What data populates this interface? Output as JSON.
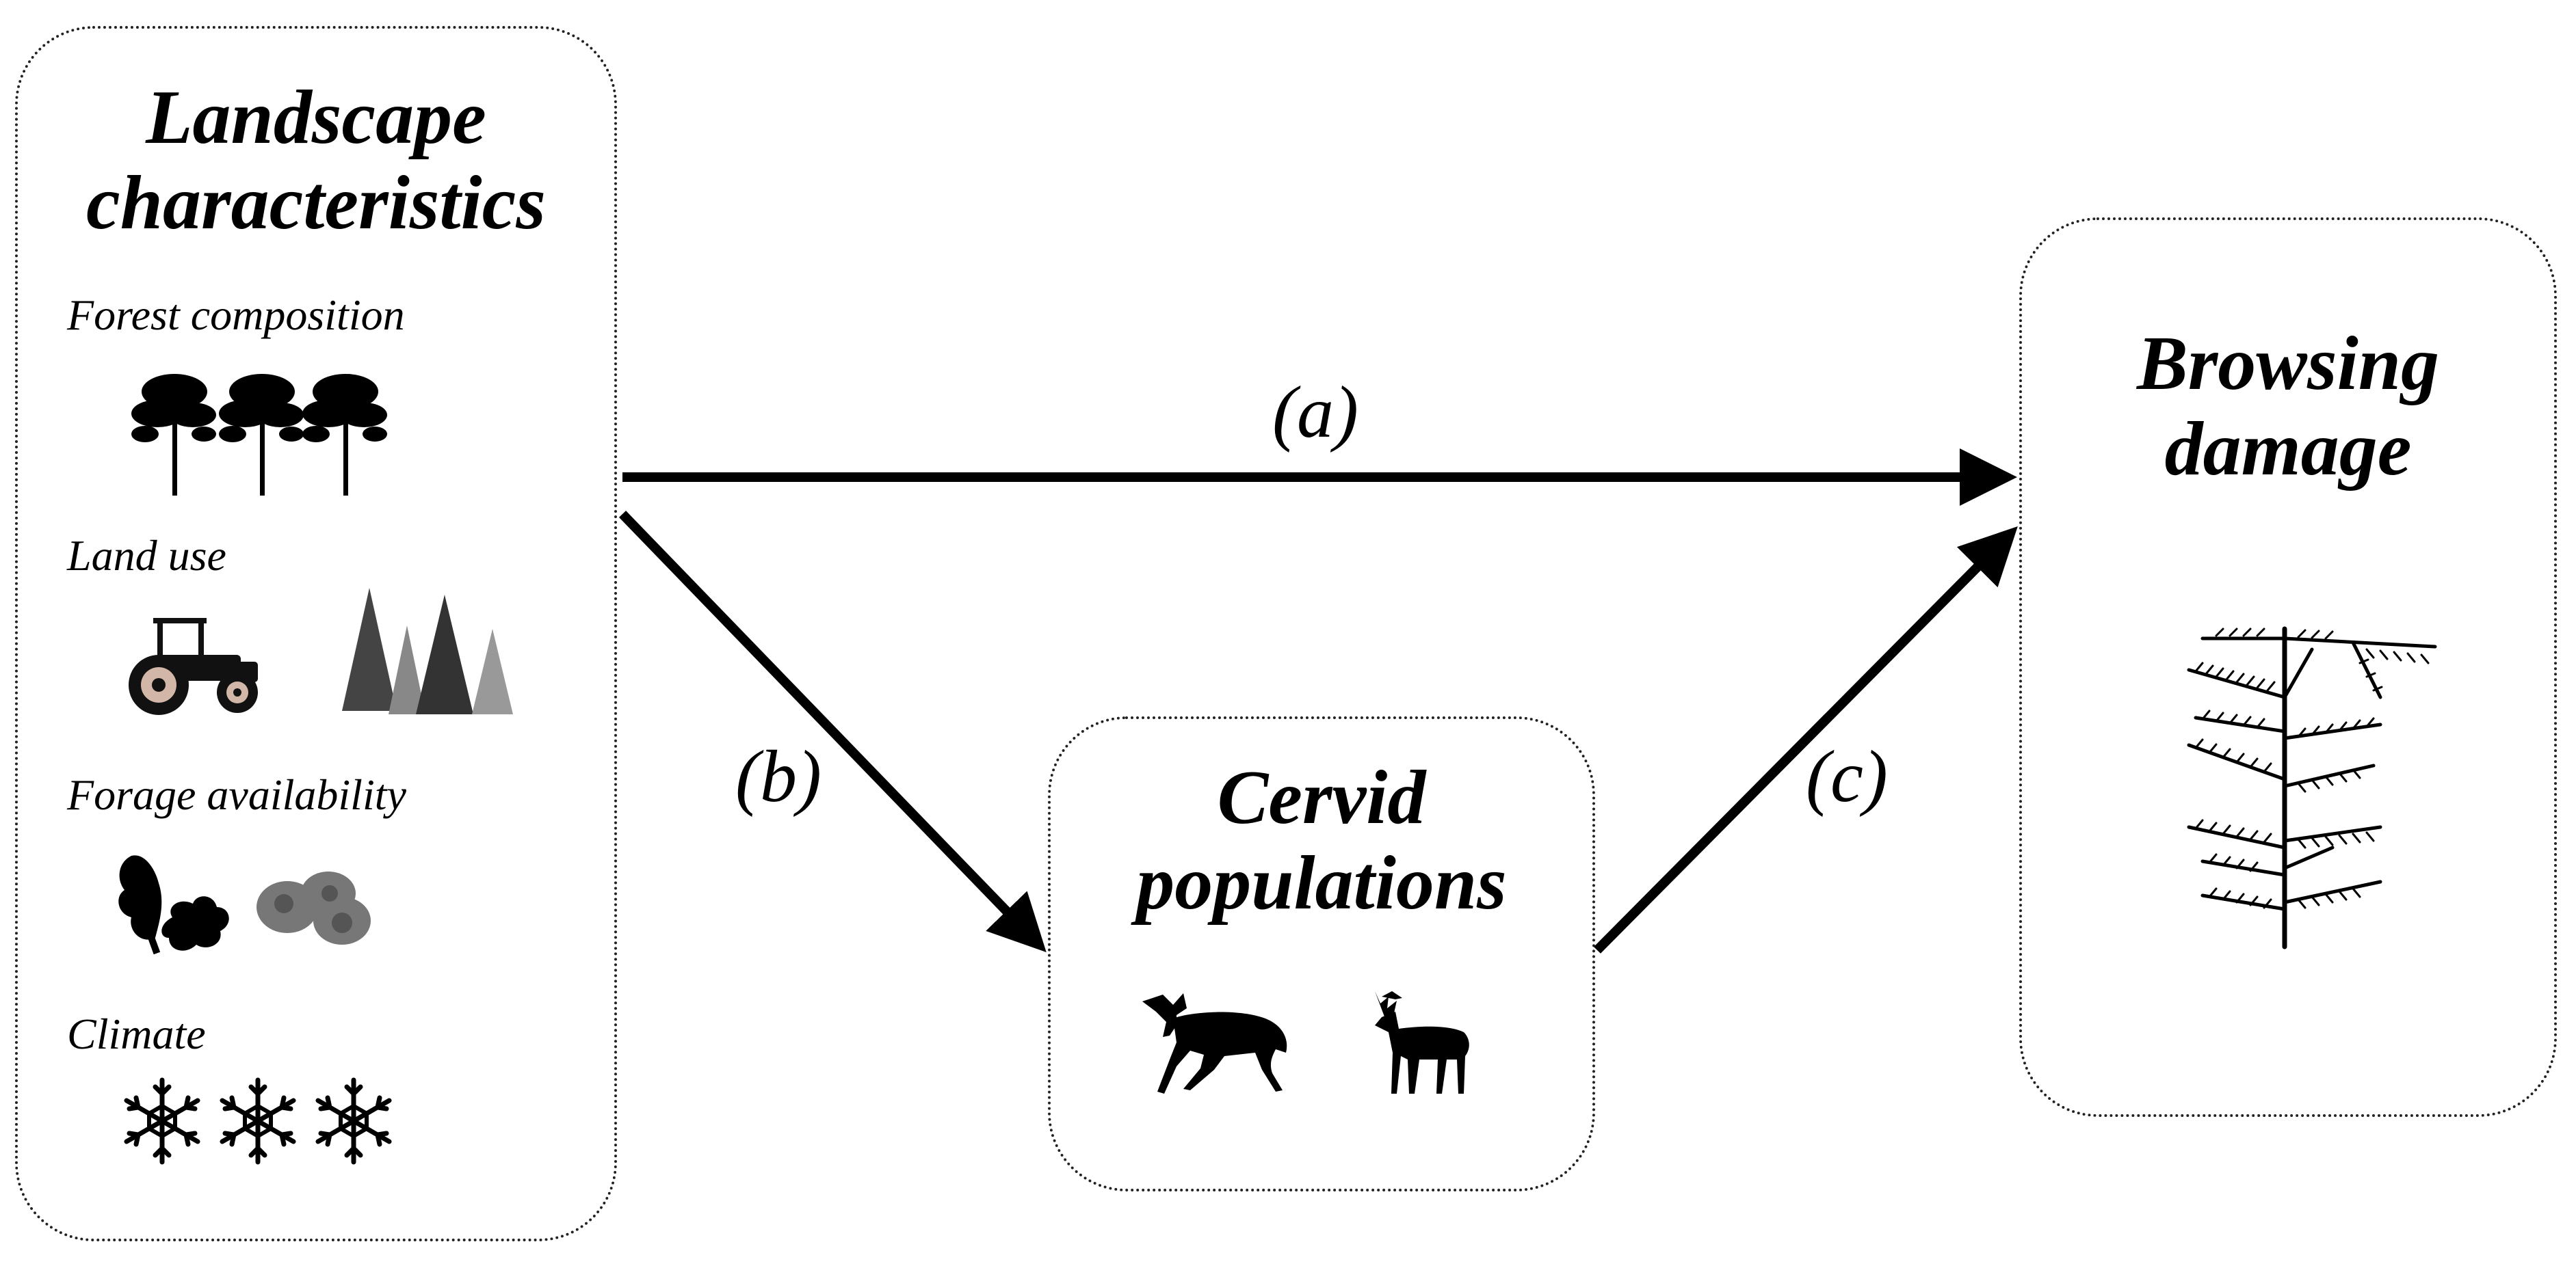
{
  "landscape": {
    "title_line1": "Landscape",
    "title_line2": "characteristics",
    "items": [
      {
        "label": "Forest composition",
        "icon": "pine-trees-icon"
      },
      {
        "label": "Land use",
        "icon": "tractor-and-spruce-forest-icon"
      },
      {
        "label": "Forage availability",
        "icon": "oak-leaves-and-acorns-icon"
      },
      {
        "label": "Climate",
        "icon": "snowflakes-icon"
      }
    ]
  },
  "cervid": {
    "title_line1": "Cervid",
    "title_line2": "populations",
    "icons": [
      "moose-icon",
      "deer-icon"
    ]
  },
  "browsing": {
    "title_line1": "Browsing",
    "title_line2": "damage",
    "icon": "browsed-spruce-branch-icon"
  },
  "paths": [
    {
      "id": "a",
      "label": "(a)",
      "from": "Landscape characteristics",
      "to": "Browsing damage"
    },
    {
      "id": "b",
      "label": "(b)",
      "from": "Landscape characteristics",
      "to": "Cervid populations"
    },
    {
      "id": "c",
      "label": "(c)",
      "from": "Cervid populations",
      "to": "Browsing damage"
    }
  ],
  "colors": {
    "stroke": "#000000",
    "border": "#222222",
    "grey_tree": "#555555",
    "light_grey": "#888888"
  }
}
